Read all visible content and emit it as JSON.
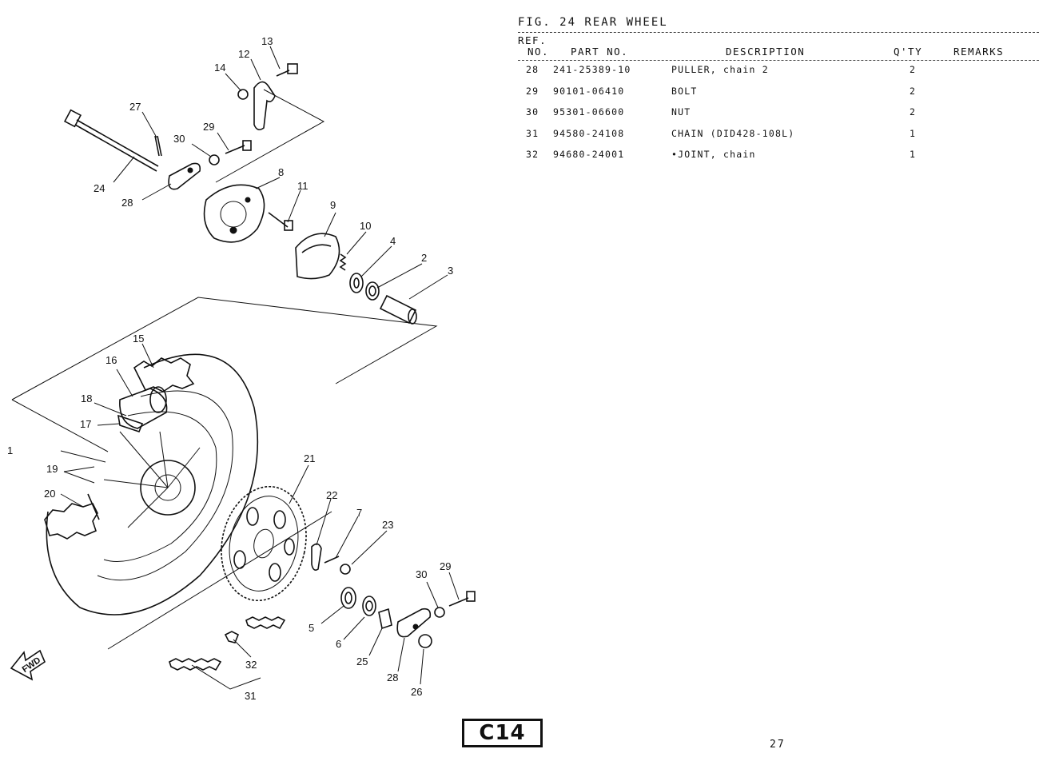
{
  "figure": {
    "title": "FIG. 24  REAR WHEEL"
  },
  "table": {
    "headers": {
      "ref_line1": "REF.",
      "ref_line2": "NO.",
      "part_no": "PART NO.",
      "description": "DESCRIPTION",
      "qty": "Q'TY",
      "remarks": "REMARKS"
    },
    "rows": [
      {
        "ref": "28",
        "part_no": "241-25389-10",
        "description": "PULLER, chain 2",
        "qty": "2",
        "remarks": ""
      },
      {
        "ref": "29",
        "part_no": "90101-06410",
        "description": "BOLT",
        "qty": "2",
        "remarks": ""
      },
      {
        "ref": "30",
        "part_no": "95301-06600",
        "description": "NUT",
        "qty": "2",
        "remarks": ""
      },
      {
        "ref": "31",
        "part_no": "94580-24108",
        "description": "CHAIN (DID428-108L)",
        "qty": "1",
        "remarks": ""
      },
      {
        "ref": "32",
        "part_no": "94680-24001",
        "description": "•JOINT, chain",
        "qty": "1",
        "remarks": ""
      }
    ]
  },
  "diagram": {
    "callouts": [
      "1",
      "2",
      "3",
      "4",
      "5",
      "6",
      "7",
      "8",
      "9",
      "10",
      "11",
      "12",
      "13",
      "14",
      "15",
      "16",
      "17",
      "18",
      "19",
      "20",
      "21",
      "22",
      "23",
      "24",
      "25",
      "26",
      "27",
      "28",
      "28",
      "29",
      "29",
      "30",
      "30",
      "31",
      "32"
    ],
    "direction_label": "FWD"
  },
  "footer": {
    "page_code": "C14",
    "page_number": "27"
  }
}
